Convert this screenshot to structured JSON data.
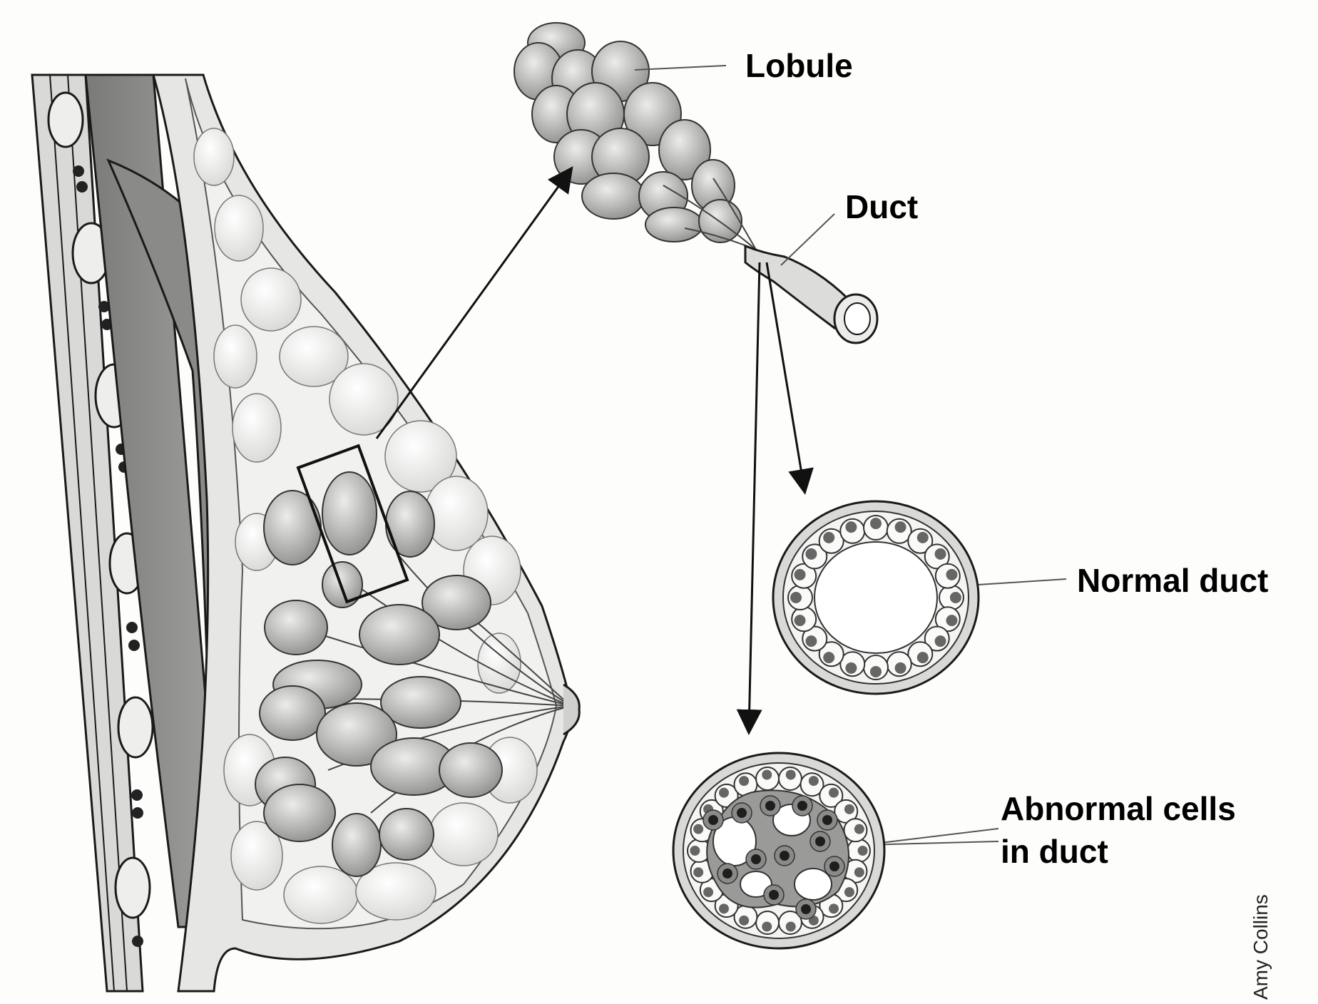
{
  "labels": {
    "lobule": "Lobule",
    "duct": "Duct",
    "normal_duct": "Normal duct",
    "abnormal_line1": "Abnormal cells",
    "abnormal_line2": "in duct"
  },
  "credit": "Amy Collins",
  "colors": {
    "ink": "#1a1a1a",
    "tissue_light": "#e9e9e7",
    "tissue_mid": "#c9c9c6",
    "muscle": "#8e8e8c",
    "gland": "#a4a4a2",
    "cell_nucleus": "#6a6a6a",
    "abnormal_fill": "#9a9a98"
  }
}
